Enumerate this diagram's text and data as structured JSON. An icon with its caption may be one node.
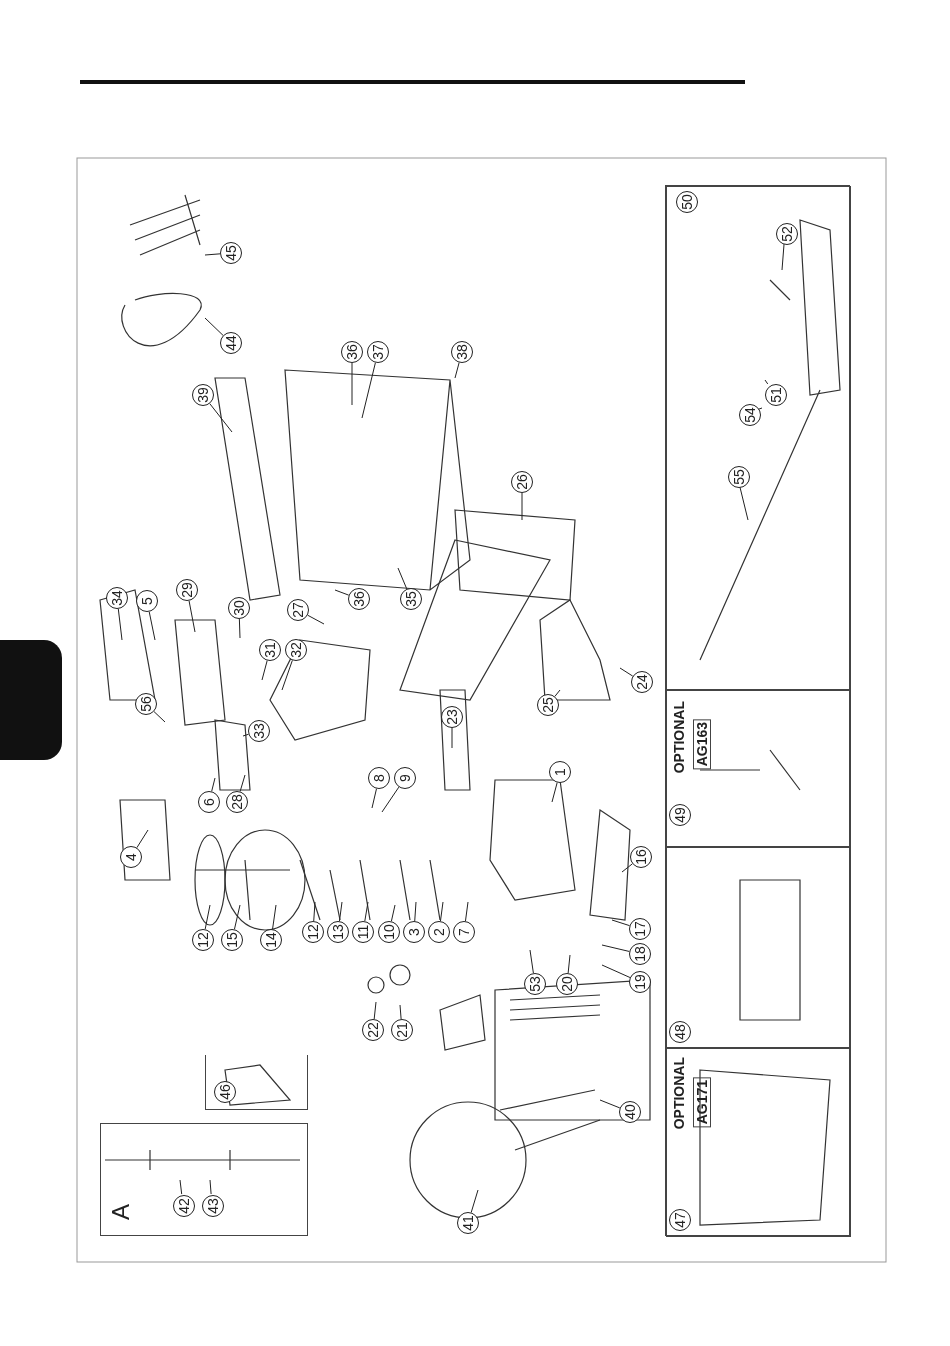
{
  "diagram": {
    "nodes": [
      {
        "text": [
          "A"
        ]
      },
      {
        "text": [
          "42"
        ],
        "in": 0
      },
      {
        "text": [
          "43"
        ],
        "in": 0
      },
      {
        "text": [],
        "shape": "box"
      },
      {
        "text": [
          "46"
        ],
        "in": 3
      },
      {
        "text": [],
        "shape": "box"
      },
      {
        "text": [],
        "shape": "box",
        "in": 5
      },
      {
        "text": [
          "50"
        ],
        "in": 6
      },
      {
        "text": [
          "52"
        ],
        "in": 6
      },
      {
        "text": [
          "51"
        ],
        "in": 6
      },
      {
        "text": [
          "54"
        ],
        "in": 6
      },
      {
        "text": [
          "55"
        ],
        "in": 6
      },
      {
        "text": [
          "OPTIONAL",
          "AG163"
        ],
        "in": 5
      },
      {
        "text": [
          "49"
        ],
        "in": 12
      },
      {
        "text": [],
        "shape": "box",
        "in": 5
      },
      {
        "text": [
          "48"
        ],
        "in": 14
      },
      {
        "text": [
          "OPTIONAL",
          "AG171"
        ],
        "in": 5
      },
      {
        "text": [
          "47"
        ],
        "in": 16
      },
      {
        "text": [
          "45"
        ]
      },
      {
        "text": [
          "44"
        ]
      },
      {
        "text": [
          "39"
        ]
      },
      {
        "text": [
          "36"
        ]
      },
      {
        "text": [
          "37"
        ]
      },
      {
        "text": [
          "38"
        ]
      },
      {
        "text": [
          "26"
        ]
      },
      {
        "text": [
          "35"
        ]
      },
      {
        "text": [
          "36"
        ]
      },
      {
        "text": [
          "27"
        ]
      },
      {
        "text": [
          "29"
        ]
      },
      {
        "text": [
          "34"
        ]
      },
      {
        "text": [
          "5"
        ]
      },
      {
        "text": [
          "30"
        ]
      },
      {
        "text": [
          "31"
        ]
      },
      {
        "text": [
          "32"
        ]
      },
      {
        "text": [
          "56"
        ]
      },
      {
        "text": [
          "33"
        ]
      },
      {
        "text": [
          "6"
        ]
      },
      {
        "text": [
          "28"
        ]
      },
      {
        "text": [
          "4"
        ]
      },
      {
        "text": [
          "23"
        ]
      },
      {
        "text": [
          "8"
        ]
      },
      {
        "text": [
          "9"
        ]
      },
      {
        "text": [
          "1"
        ]
      },
      {
        "text": [
          "16"
        ]
      },
      {
        "text": [
          "25"
        ]
      },
      {
        "text": [
          "24"
        ]
      },
      {
        "text": [
          "12"
        ]
      },
      {
        "text": [
          "15"
        ]
      },
      {
        "text": [
          "14"
        ]
      },
      {
        "text": [
          "12"
        ]
      },
      {
        "text": [
          "13"
        ]
      },
      {
        "text": [
          "11"
        ]
      },
      {
        "text": [
          "10"
        ]
      },
      {
        "text": [
          "3"
        ]
      },
      {
        "text": [
          "2"
        ]
      },
      {
        "text": [
          "7"
        ]
      },
      {
        "text": [
          "53"
        ]
      },
      {
        "text": [
          "20"
        ]
      },
      {
        "text": [
          "17"
        ]
      },
      {
        "text": [
          "18"
        ]
      },
      {
        "text": [
          "19"
        ]
      },
      {
        "text": [
          "22"
        ]
      },
      {
        "text": [
          "21"
        ]
      },
      {
        "text": [
          "41"
        ]
      },
      {
        "text": [
          "40"
        ]
      },
      {
        "text": [],
        "shape": "box"
      }
    ],
    "edges": [
      {
        "from": 1,
        "to": null,
        "arrow": "none"
      },
      {
        "from": 2,
        "to": null,
        "arrow": "none"
      },
      {
        "from": 8,
        "to": null,
        "arrow": "none"
      },
      {
        "from": 9,
        "to": null,
        "arrow": "none"
      },
      {
        "from": 10,
        "to": null,
        "arrow": "none"
      },
      {
        "from": 11,
        "to": null,
        "arrow": "none"
      },
      {
        "from": 18,
        "to": null,
        "arrow": "none"
      },
      {
        "from": 19,
        "to": null,
        "arrow": "none"
      },
      {
        "from": 20,
        "to": null,
        "arrow": "none"
      },
      {
        "from": 21,
        "to": null,
        "arrow": "none"
      },
      {
        "from": 22,
        "to": null,
        "arrow": "none"
      },
      {
        "from": 23,
        "to": null,
        "arrow": "none"
      },
      {
        "from": 24,
        "to": null,
        "arrow": "none"
      },
      {
        "from": 25,
        "to": null,
        "arrow": "none"
      },
      {
        "from": 26,
        "to": null,
        "arrow": "none"
      },
      {
        "from": 27,
        "to": null,
        "arrow": "none"
      },
      {
        "from": 28,
        "to": null,
        "arrow": "none"
      },
      {
        "from": 29,
        "to": null,
        "arrow": "none"
      },
      {
        "from": 30,
        "to": null,
        "arrow": "none"
      },
      {
        "from": 31,
        "to": null,
        "arrow": "none"
      },
      {
        "from": 32,
        "to": null,
        "arrow": "none"
      },
      {
        "from": 33,
        "to": null,
        "arrow": "none"
      },
      {
        "from": 34,
        "to": null,
        "arrow": "none"
      },
      {
        "from": 35,
        "to": null,
        "arrow": "none"
      },
      {
        "from": 36,
        "to": null,
        "arrow": "none"
      },
      {
        "from": 37,
        "to": null,
        "arrow": "none"
      },
      {
        "from": 38,
        "to": null,
        "arrow": "none"
      },
      {
        "from": 39,
        "to": null,
        "arrow": "none"
      },
      {
        "from": 40,
        "to": null,
        "arrow": "none"
      },
      {
        "from": 41,
        "to": null,
        "arrow": "none"
      },
      {
        "from": 42,
        "to": null,
        "arrow": "none"
      },
      {
        "from": 43,
        "to": null,
        "arrow": "none"
      },
      {
        "from": 44,
        "to": null,
        "arrow": "none"
      },
      {
        "from": 45,
        "to": null,
        "arrow": "none"
      },
      {
        "from": 46,
        "to": null,
        "arrow": "none"
      },
      {
        "from": 47,
        "to": null,
        "arrow": "none"
      },
      {
        "from": 48,
        "to": null,
        "arrow": "none"
      },
      {
        "from": 49,
        "to": null,
        "arrow": "none"
      },
      {
        "from": 50,
        "to": null,
        "arrow": "none"
      },
      {
        "from": 51,
        "to": null,
        "arrow": "none"
      },
      {
        "from": 52,
        "to": null,
        "arrow": "none"
      },
      {
        "from": 53,
        "to": null,
        "arrow": "none"
      },
      {
        "from": 54,
        "to": null,
        "arrow": "none"
      },
      {
        "from": 55,
        "to": null,
        "arrow": "none"
      },
      {
        "from": 56,
        "to": null,
        "arrow": "none"
      },
      {
        "from": 57,
        "to": null,
        "arrow": "none"
      },
      {
        "from": 58,
        "to": null,
        "arrow": "none"
      },
      {
        "from": 59,
        "to": null,
        "arrow": "none"
      },
      {
        "from": 60,
        "to": null,
        "arrow": "none"
      },
      {
        "from": 61,
        "to": null,
        "arrow": "none"
      },
      {
        "from": 62,
        "to": null,
        "arrow": "none"
      },
      {
        "from": 63,
        "to": null,
        "arrow": "none"
      },
      {
        "from": 64,
        "to": null,
        "arrow": "none"
      }
    ]
  }
}
